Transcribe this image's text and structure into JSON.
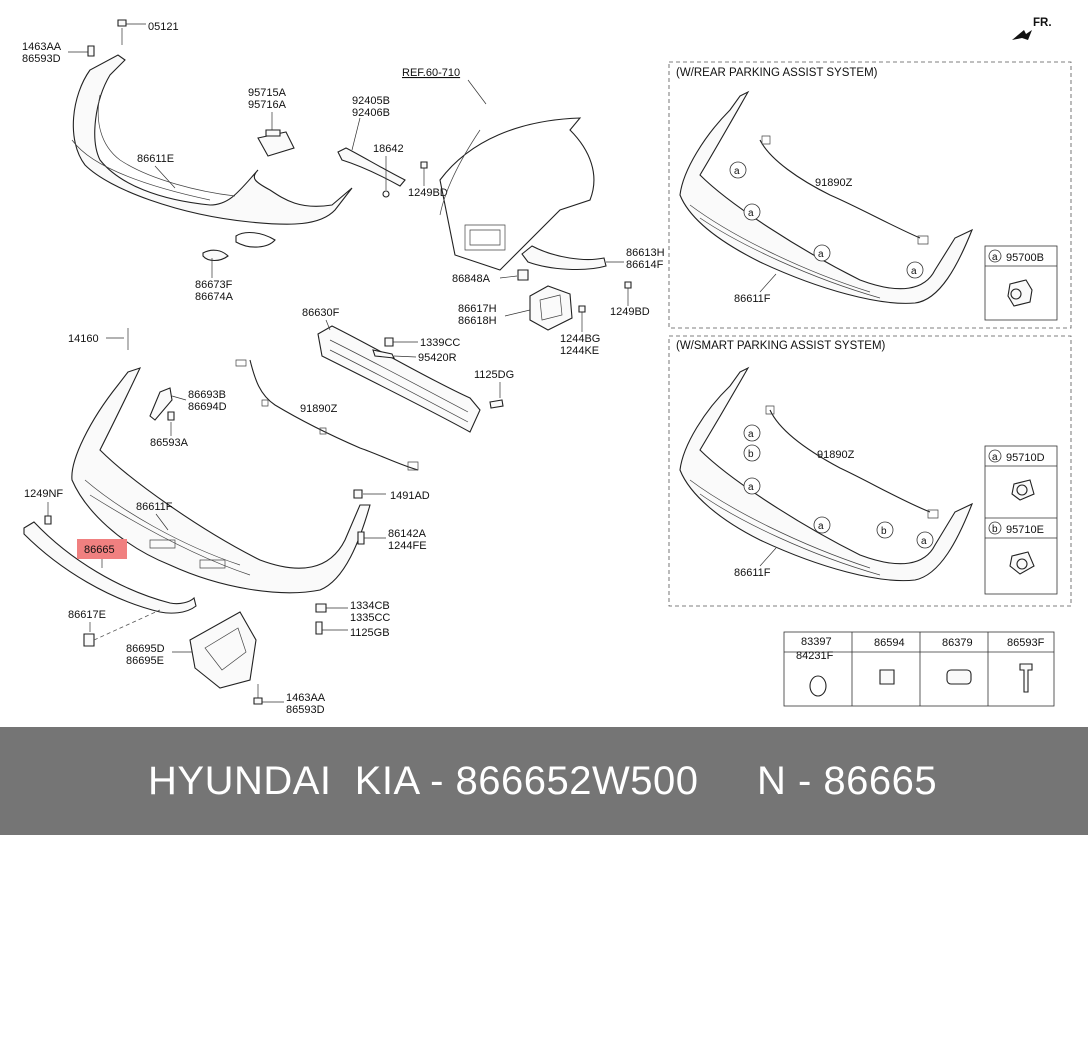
{
  "colors": {
    "footer_bg": "#757575",
    "highlight": "#f08080",
    "line": "#222222"
  },
  "fr_label": "FR.",
  "ref_label": "REF.60-710",
  "labels": {
    "p05121": "05121",
    "p1463AA_top": "1463AA",
    "p86593D_top": "86593D",
    "p95715A": "95715A",
    "p95716A": "95716A",
    "p92405B": "92405B",
    "p92406B": "92406B",
    "p18642": "18642",
    "p1249BD_a": "1249BD",
    "p86611E": "86611E",
    "p86673F": "86673F",
    "p86674A": "86674A",
    "p86613H": "86613H",
    "p86614F": "86614F",
    "p86848A": "86848A",
    "p86617H": "86617H",
    "p86618H": "86618H",
    "p1244BG": "1244BG",
    "p1244KE": "1244KE",
    "p1249BD_b": "1249BD",
    "p14160": "14160",
    "p86630F": "86630F",
    "p1339CC": "1339CC",
    "p95420R": "95420R",
    "p1125DG": "1125DG",
    "p86693B": "86693B",
    "p86694D": "86694D",
    "p86593A": "86593A",
    "p91890Z": "91890Z",
    "p1249NF": "1249NF",
    "p86611F": "86611F",
    "p1491AD": "1491AD",
    "p86665": "86665",
    "p86142A": "86142A",
    "p1244FE": "1244FE",
    "p86617E": "86617E",
    "p1334CB": "1334CB",
    "p1335CC": "1335CC",
    "p1125GB": "1125GB",
    "p86695D": "86695D",
    "p86695E": "86695E",
    "p1463AA_bot": "1463AA",
    "p86593D_bot": "86593D"
  },
  "panel_rear": {
    "title": "(W/REAR PARKING ASSIST SYSTEM)",
    "harness": "91890Z",
    "bumper": "86611F",
    "callout_a": "a",
    "legend_a_letter": "a",
    "legend_a_part": "95700B"
  },
  "panel_smart": {
    "title": "(W/SMART PARKING ASSIST SYSTEM)",
    "harness": "91890Z",
    "bumper": "86611F",
    "callout_a": "a",
    "callout_b": "b",
    "legend_a_letter": "a",
    "legend_a_part": "95710D",
    "legend_b_letter": "b",
    "legend_b_part": "95710E"
  },
  "small_parts": {
    "c1_top": "83397",
    "c1_bot": "84231F",
    "c2": "86594",
    "c3": "86379",
    "c4": "86593F"
  },
  "footer": {
    "brand_part": "HYUNDAI  KIA - 866652W500",
    "oem_part": "N - 86665"
  }
}
